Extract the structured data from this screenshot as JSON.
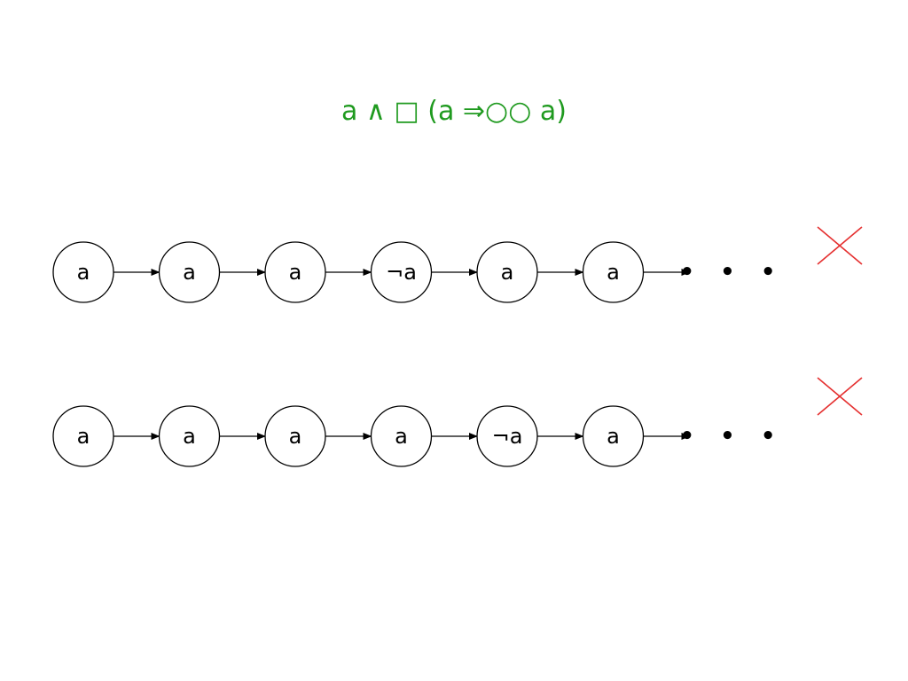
{
  "slide": {
    "formula": "a ∧ □ (a ⇒○○ a)",
    "colors": {
      "formula": "#1f9a1f",
      "cross": "#e53030",
      "stroke": "#000000"
    },
    "traces": [
      {
        "id": "trace-1",
        "states": [
          "a",
          "a",
          "a",
          "¬a",
          "a",
          "a"
        ],
        "continuation": "• • •",
        "verdict": "rejected",
        "verdict_icon": "cross-icon"
      },
      {
        "id": "trace-2",
        "states": [
          "a",
          "a",
          "a",
          "a",
          "¬a",
          "a"
        ],
        "continuation": "• • •",
        "verdict": "rejected",
        "verdict_icon": "cross-icon"
      }
    ]
  }
}
